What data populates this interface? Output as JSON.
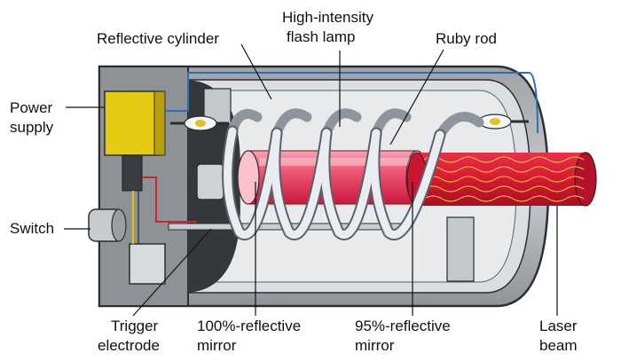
{
  "labels": {
    "reflective_cylinder": "Reflective cylinder",
    "flash_lamp_line1": "High-intensity",
    "flash_lamp_line2": "flash lamp",
    "ruby_rod": "Ruby rod",
    "power_supply_line1": "Power",
    "power_supply_line2": "supply",
    "switch": "Switch",
    "trigger_line1": "Trigger",
    "trigger_line2": "electrode",
    "mirror100_line1": "100%-reflective",
    "mirror100_line2": "mirror",
    "mirror95_line1": "95%-reflective",
    "mirror95_line2": "mirror",
    "laser_line1": "Laser",
    "laser_line2": "beam"
  },
  "colors": {
    "housing": "#bfc3c7",
    "housing_dark": "#3a3d40",
    "inner": "#d7dadd",
    "ruby": "#ef3d63",
    "ruby_light": "#f98fa6",
    "beam": "#d81a33",
    "coil": "#e8ecf0",
    "power_supply": "#e8cf18",
    "wire_red": "#d2232a",
    "wire_blue": "#2a6fb7"
  }
}
